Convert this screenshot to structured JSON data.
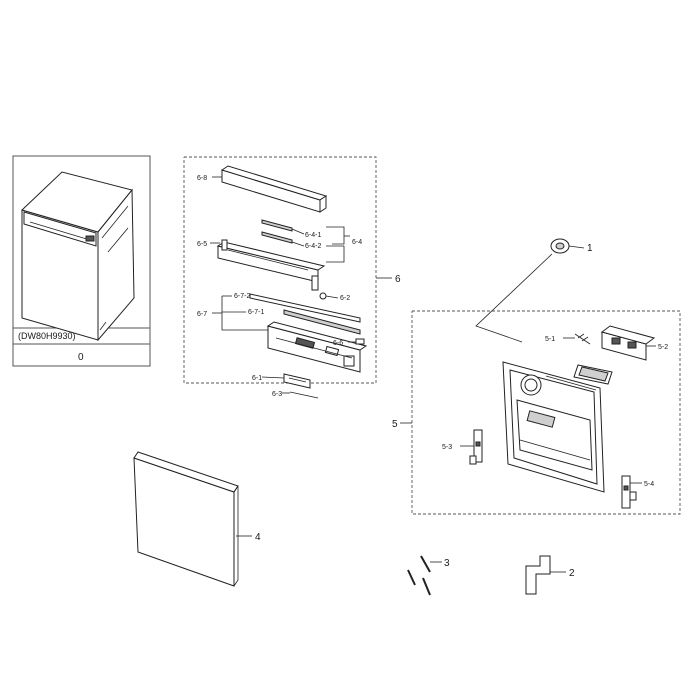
{
  "callouts": {
    "c0": "0",
    "c1": "1",
    "c2": "2",
    "c3": "3",
    "c4": "4",
    "c5": "5",
    "c5_1": "5-1",
    "c5_2": "5-2",
    "c5_3": "5-3",
    "c5_4": "5-4",
    "c6": "6",
    "c6_1": "6-1",
    "c6_2": "6-2",
    "c6_3": "6-3",
    "c6_4": "6-4",
    "c6_4_1": "6-4-1",
    "c6_4_2": "6-4-2",
    "c6_5": "6-5",
    "c6_6": "6-6",
    "c6_7": "6-7",
    "c6_7_1": "6-7-1",
    "c6_7_2": "6-7-2",
    "c6_8": "6-8"
  },
  "model_label": "(DW80H9930)"
}
